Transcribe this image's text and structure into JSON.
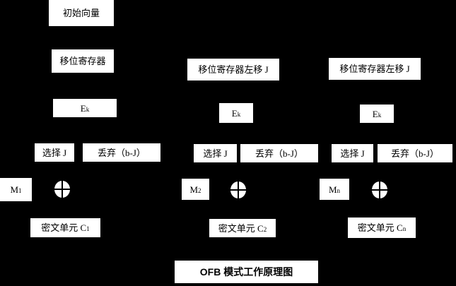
{
  "diagram": {
    "title": "OFB 模式工作原理图",
    "colors": {
      "background": "#000000",
      "box_fill": "#ffffff",
      "box_text": "#000000"
    },
    "columns": [
      {
        "initial_vector_label": "初始向量",
        "register_label": "移位寄存器",
        "cipher": {
          "base": "E",
          "sub": "k"
        },
        "select_label": "选择 J",
        "discard_label": "丢弃（b-J）",
        "message": {
          "base": "M",
          "sub": "1"
        },
        "xor_icon": "xor-circle-icon",
        "output": {
          "base": "密文单元 C",
          "sub": "1"
        }
      },
      {
        "register_label": "移位寄存器左移 J",
        "cipher": {
          "base": "E",
          "sub": "k"
        },
        "select_label": "选择 J",
        "discard_label": "丢弃（b-J）",
        "message": {
          "base": "M",
          "sub": "2"
        },
        "xor_icon": "xor-circle-icon",
        "output": {
          "base": "密文单元 C",
          "sub": "2"
        }
      },
      {
        "register_label": "移位寄存器左移 J",
        "cipher": {
          "base": "E",
          "sub": "k"
        },
        "select_label": "选择 J",
        "discard_label": "丢弃（b-J）",
        "message": {
          "base": "M",
          "sub": "n"
        },
        "xor_icon": "xor-circle-icon",
        "output": {
          "base": "密文单元 C",
          "sub": "n"
        }
      }
    ]
  }
}
